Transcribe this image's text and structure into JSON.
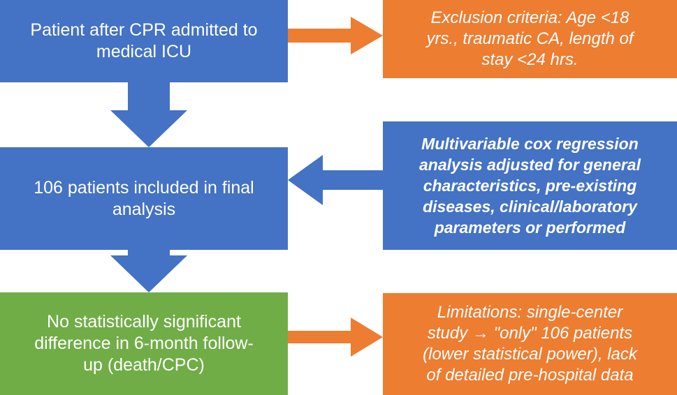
{
  "colors": {
    "blue": "#4472c4",
    "orange": "#ed7d31",
    "green": "#70ad47"
  },
  "boxes": {
    "admission": {
      "lines": [
        "Patient after CPR admitted to",
        "medical ICU"
      ]
    },
    "included": {
      "lines": [
        "106 patients included in final",
        "analysis"
      ]
    },
    "result": {
      "lines": [
        "No statistically significant",
        "difference in 6-month follow-",
        "up (death/CPC)"
      ]
    },
    "exclusion": {
      "lines": [
        "Exclusion criteria: Age <18",
        "yrs., traumatic CA, length of",
        "stay <24 hrs."
      ]
    },
    "analysis": {
      "lines": [
        "Multivariable cox regression",
        "analysis adjusted for general",
        "characteristics, pre-existing",
        "diseases, clinical/laboratory",
        "parameters or performed"
      ]
    },
    "limitations": {
      "lines": [
        "Limitations: single-center",
        "study → \"only\" 106 patients",
        "(lower statistical power), lack",
        "of detailed pre-hospital data"
      ]
    }
  },
  "arrows": [
    {
      "name": "arrow-admission-to-exclusion",
      "direction": "right",
      "color": "orange"
    },
    {
      "name": "arrow-admission-to-included",
      "direction": "down",
      "color": "blue"
    },
    {
      "name": "arrow-analysis-to-included",
      "direction": "left",
      "color": "blue"
    },
    {
      "name": "arrow-included-to-result",
      "direction": "down",
      "color": "blue"
    },
    {
      "name": "arrow-result-to-limitations",
      "direction": "right",
      "color": "orange"
    }
  ]
}
